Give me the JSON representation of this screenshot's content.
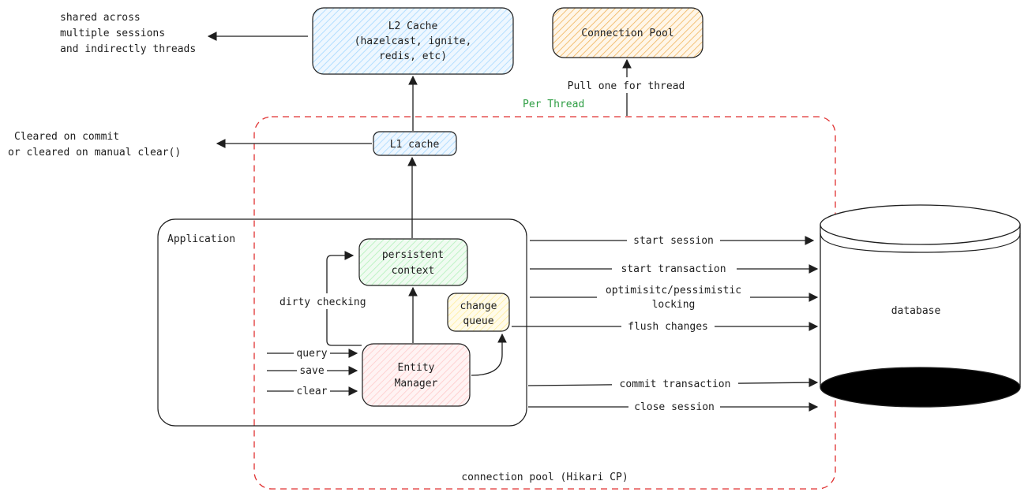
{
  "notes": {
    "l2_note": [
      "shared across",
      "multiple sessions",
      "and indirectly threads"
    ],
    "l1_note": [
      "Cleared on commit",
      "or cleared on manual clear()"
    ],
    "per_thread": "Per Thread",
    "pool_label": "connection pool (Hikari CP)",
    "pull_label": "Pull one for thread",
    "dirty_checking": "dirty checking"
  },
  "boxes": {
    "l2_cache": [
      "L2 Cache",
      "(hazelcast, ignite,",
      "redis, etc)"
    ],
    "connection_pool": "Connection Pool",
    "l1_cache": "L1 cache",
    "application": "Application",
    "persistent_context": [
      "persistent",
      "context"
    ],
    "change_queue": [
      "change",
      "queue"
    ],
    "entity_manager": [
      "Entity",
      "Manager"
    ],
    "database": "database"
  },
  "inputs": [
    "query",
    "save",
    "clear"
  ],
  "db_arrows": [
    "start session",
    "start transaction",
    "optimisitc/pessimistic",
    "locking",
    "flush changes",
    "commit transaction",
    "close session"
  ],
  "colors": {
    "l2_fill": "#a5d8ff",
    "pool_fill": "#f0b45c",
    "l1_fill": "#a5d8ff",
    "persistent_fill": "#b2f2bb",
    "queue_fill": "#ffec99",
    "entity_fill": "#ffc9c9",
    "per_thread_text": "#2f9e44",
    "boundary_stroke": "#e03131"
  }
}
